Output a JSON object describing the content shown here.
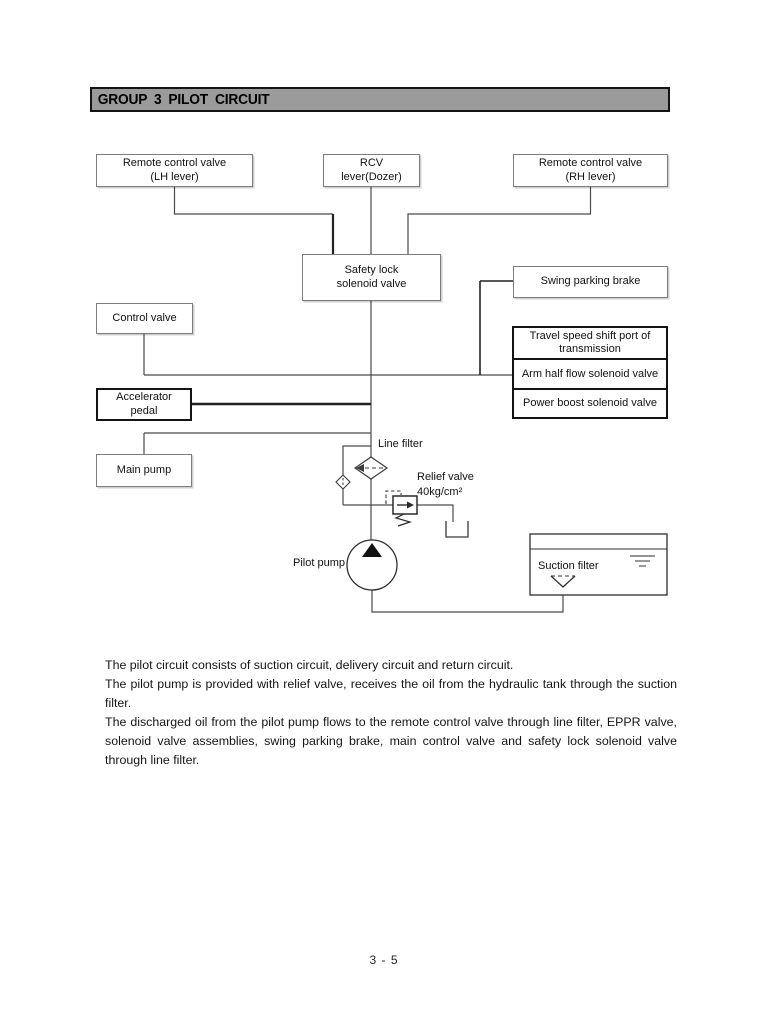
{
  "header": {
    "title": "GROUP 3 PILOT CIRCUIT"
  },
  "diagram": {
    "boxes": {
      "rcv_lh": {
        "line1": "Remote control valve",
        "line2": "(LH lever)"
      },
      "rcv_dozer": {
        "line1": "RCV",
        "line2": "lever(Dozer)"
      },
      "rcv_rh": {
        "line1": "Remote control valve",
        "line2": "(RH lever)"
      },
      "safety_lock": {
        "line1": "Safety lock",
        "line2": "solenoid valve"
      },
      "swing_parking_brake": {
        "label": "Swing parking brake"
      },
      "travel_speed": {
        "label": "Travel speed shift port of transmission"
      },
      "arm_half_flow": {
        "label": "Arm half flow solenoid valve"
      },
      "power_boost": {
        "label": "Power boost solenoid valve"
      },
      "control_valve": {
        "label": "Control valve"
      },
      "accelerator_pedal": {
        "line1": "Accelerator",
        "line2": "pedal"
      },
      "main_pump": {
        "label": "Main pump"
      }
    },
    "labels": {
      "line_filter": "Line filter",
      "relief_valve": "Relief valve",
      "relief_pressure": "40kg/cm²",
      "pilot_pump": "Pilot pump",
      "suction_filter": "Suction filter"
    },
    "colors": {
      "header_bar_fill": "#9b9b9b",
      "line": "#4a4a4a",
      "dark_line": "#222222"
    }
  },
  "body": {
    "paragraphs": [
      "The pilot circuit consists of suction circuit, delivery circuit and return circuit.",
      "The pilot pump is provided with relief valve, receives the oil from the hydraulic tank through the suction filter.",
      "The discharged oil from the pilot pump flows to the remote control valve through line filter, EPPR valve, solenoid valve assemblies, swing parking brake, main control valve and safety lock solenoid valve through line filter."
    ]
  },
  "footer": {
    "page_number": "3 - 5"
  }
}
